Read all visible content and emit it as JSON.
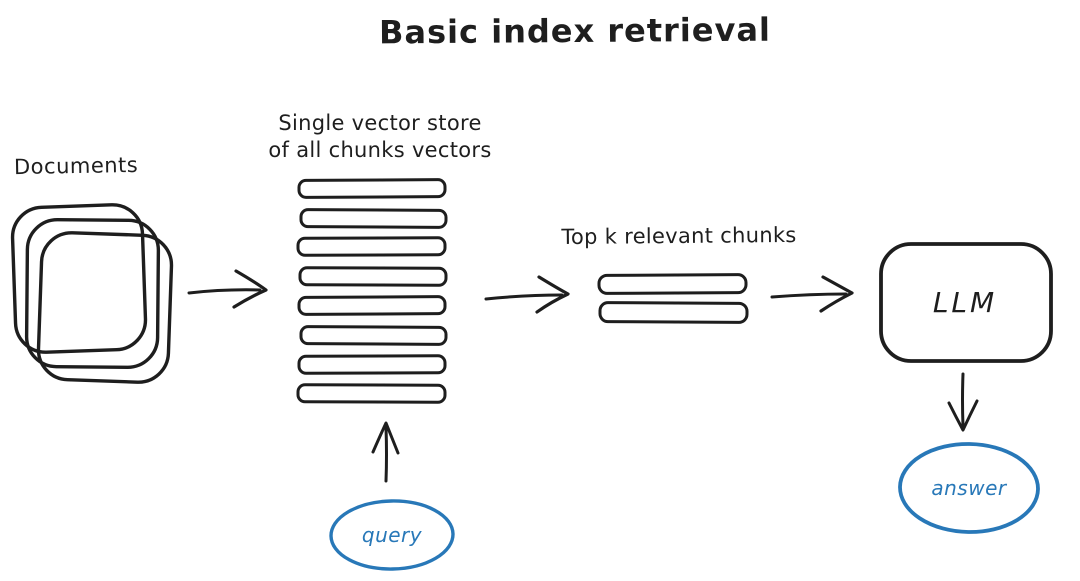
{
  "title": "Basic index retrieval",
  "colors": {
    "ink": "#1e1e1e",
    "accent_blue": "#2878b8",
    "background": "#ffffff"
  },
  "nodes": {
    "documents": {
      "label": "Documents"
    },
    "vector_store": {
      "label_line1": "Single vector store",
      "label_line2": "of all chunks vectors",
      "chunk_bar_count": 8
    },
    "top_k_chunks": {
      "label": "Top k relevant chunks",
      "chunk_bar_count": 2
    },
    "llm": {
      "label": "LLM"
    },
    "query": {
      "label": "query"
    },
    "answer": {
      "label": "answer"
    }
  },
  "edges": [
    {
      "from": "documents",
      "to": "vector_store"
    },
    {
      "from": "vector_store",
      "to": "top_k_chunks"
    },
    {
      "from": "top_k_chunks",
      "to": "llm"
    },
    {
      "from": "query",
      "to": "vector_store"
    },
    {
      "from": "llm",
      "to": "answer"
    }
  ]
}
